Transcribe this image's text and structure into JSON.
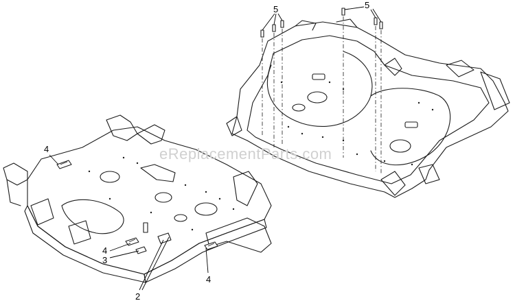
{
  "watermark": "eReplacementParts.com",
  "callouts": {
    "c1": "5",
    "c2": "5",
    "c3": "4",
    "c4": "4",
    "c5": "3",
    "c6": "2",
    "c7": "4"
  }
}
